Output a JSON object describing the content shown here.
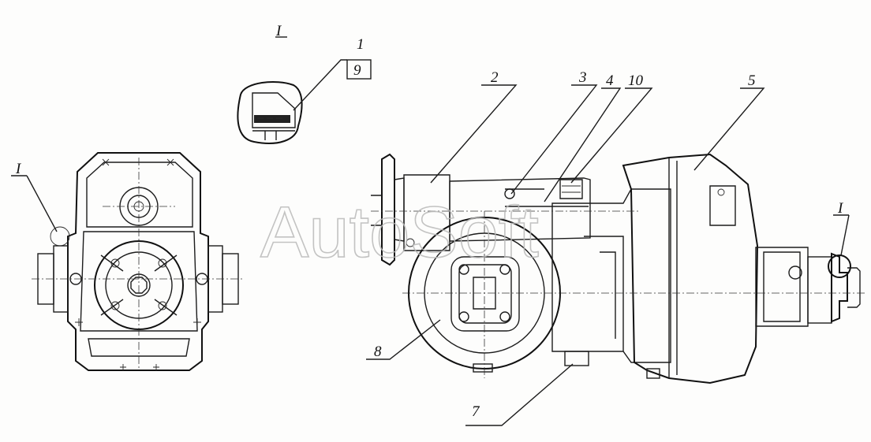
{
  "labels": {
    "section_mark": "I",
    "left_view_mark": "I",
    "right_view_mark": "I",
    "p1": "1",
    "p2": "2",
    "p3": "3",
    "p4": "4",
    "p5": "5",
    "p7": "7",
    "p8": "8",
    "p9": "9",
    "p10": "10"
  },
  "watermark": "AutoSoft",
  "colors": {
    "line": "#1c1c1c",
    "watermark": "#b9b9b9",
    "background": "#fdfdfc"
  }
}
